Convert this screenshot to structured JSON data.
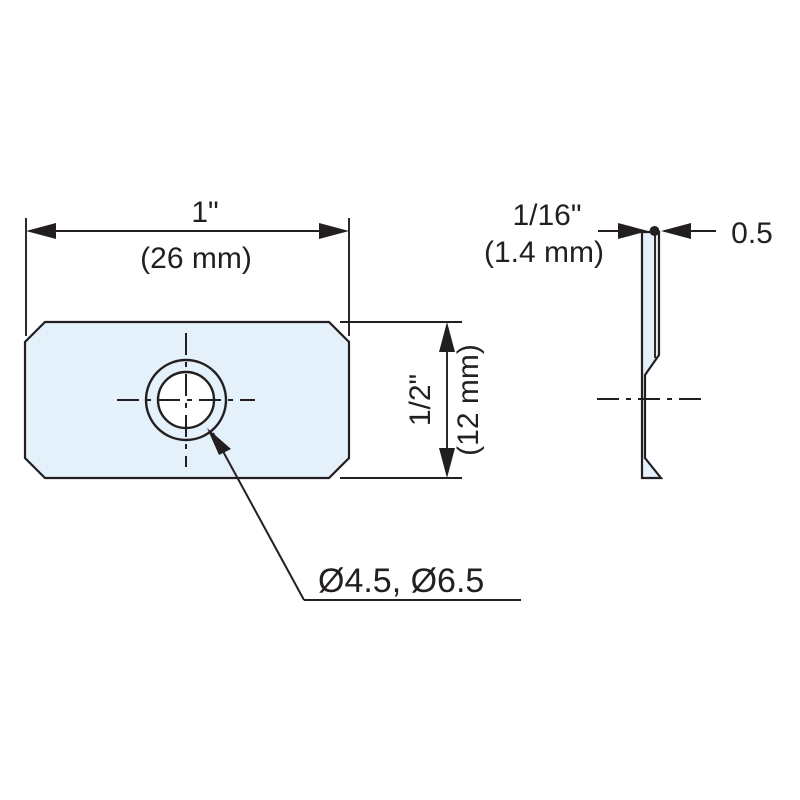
{
  "drawing": {
    "title": "Mounting plate technical drawing",
    "background_color": "#ffffff",
    "line_color": "#231f20",
    "fill_color": "#e4f1fb",
    "hole_fill_color": "#ffffff"
  },
  "front_view": {
    "name": "front-view",
    "width_dimension": {
      "primary": "1\"",
      "secondary": "(26 mm)"
    },
    "height_dimension": {
      "primary": "1/2\"",
      "secondary": "(12 mm)"
    },
    "hole_callout": "Ø4.5, Ø6.5"
  },
  "side_view": {
    "name": "side-view",
    "thickness_dimension": {
      "primary": "1/16\"",
      "secondary": "(1.4 mm)"
    },
    "chamfer_dimension": "0.5"
  }
}
